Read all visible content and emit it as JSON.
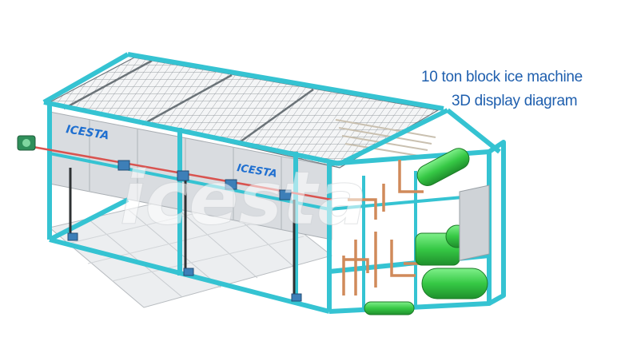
{
  "caption": {
    "line1": "10 ton block ice machine",
    "line2": "3D display diagram"
  },
  "brand": {
    "logo_text": "ICESTA",
    "watermark_text": "icesta"
  },
  "colors": {
    "frame": "#35c3d2",
    "frame_dark": "#1f98a8",
    "grid": "#9aa0a6",
    "panel": "#e4e6e9",
    "component_green": "#3bcf49",
    "pipe_copper": "#d08a5a",
    "pipe_red": "#d9534f",
    "caption_blue": "#1f5fae"
  }
}
